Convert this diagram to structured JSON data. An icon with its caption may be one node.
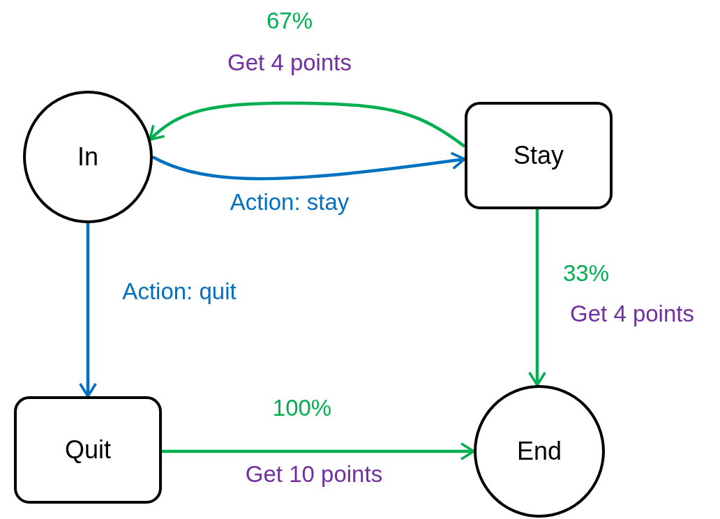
{
  "diagram": {
    "nodes": [
      {
        "text": [
          "In"
        ]
      },
      {
        "text": [
          "Stay"
        ]
      },
      {
        "text": [
          "Quit"
        ]
      },
      {
        "text": [
          "End"
        ]
      }
    ],
    "edges": [
      {
        "from": 1,
        "to": 0,
        "arrow": "to",
        "label": "67%"
      },
      {
        "from": 0,
        "to": 1,
        "arrow": "to",
        "label": "Action: stay",
        "color": "#0070c0"
      },
      {
        "from": 0,
        "to": 2,
        "arrow": "to",
        "label": "Action: quit",
        "color": "#0070c0"
      },
      {
        "from": 1,
        "to": 3,
        "arrow": "to",
        "label": "33%"
      },
      {
        "from": 2,
        "to": 3,
        "arrow": "to",
        "label": "100%"
      }
    ],
    "labels": [
      "Get 4 points",
      "Get 4 points",
      "Get 10 points"
    ]
  }
}
